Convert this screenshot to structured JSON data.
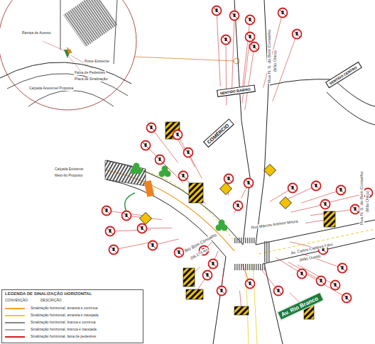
{
  "diagram": {
    "nodes": [
      {
        "text": [
          "SENTIDO BAIRRO"
        ]
      },
      {
        "text": [
          "SENTIDO CENTRO"
        ]
      },
      {
        "text": [
          "COMÉRCIO"
        ]
      },
      {
        "text": [
          "Av. Rio Branco"
        ]
      }
    ],
    "edges": [],
    "labels": [
      "Rua N. S. do Bom Conselho",
      "(Mão Única)",
      "Rua N. S. do Bom Conselho",
      "(Mão Única)",
      "Rio Bom Conselho",
      "(58,174 m)",
      "Rua Marcos Antonio Moura",
      "Av. Carlos Caldeira Filho",
      "(Mão Dupla)",
      "Faixa de Pedestres",
      "Placa de Sinalização",
      "Calçada Acessível Proposta",
      "Rampa de Acesso",
      "Poste Existente",
      "Calçada Existente",
      "Meio-fio Proposto",
      "LEGENDA DE SINALIZAÇÃO HORIZONTAL",
      "CONVENÇÃO",
      "DESCRIÇÃO"
    ],
    "legend": [
      {
        "text": "Sinalização horizontal, amarela e contínua",
        "color": "#f0a030"
      },
      {
        "text": "Sinalização horizontal, amarela e tracejada",
        "color": "#e8d020"
      },
      {
        "text": "Sinalização horizontal, branca e contínua",
        "color": "#888888"
      },
      {
        "text": "Sinalização horizontal, branca e tracejada",
        "color": "#aaaaaa"
      },
      {
        "text": "Sinalização horizontal, faixa de pedestres",
        "color": "#d02020"
      }
    ]
  }
}
